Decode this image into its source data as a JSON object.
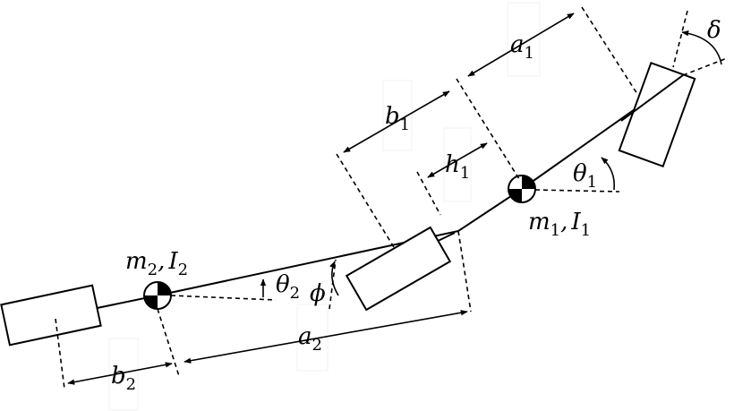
{
  "labels": {
    "delta": "δ",
    "a1": {
      "base": "a",
      "sub": "1"
    },
    "b1": {
      "base": "b",
      "sub": "1"
    },
    "h1": {
      "base": "h",
      "sub": "1"
    },
    "theta1": {
      "base": "θ",
      "sub": "1"
    },
    "m1": {
      "base": "m",
      "sub": "1"
    },
    "I1": {
      "base": "I",
      "sub": "1"
    },
    "m2": {
      "base": "m",
      "sub": "2"
    },
    "I2": {
      "base": "I",
      "sub": "2"
    },
    "theta2": {
      "base": "θ",
      "sub": "2"
    },
    "phi": "ϕ",
    "a2": {
      "base": "a",
      "sub": "2"
    },
    "b2": {
      "base": "b",
      "sub": "2"
    },
    "comma": ","
  }
}
